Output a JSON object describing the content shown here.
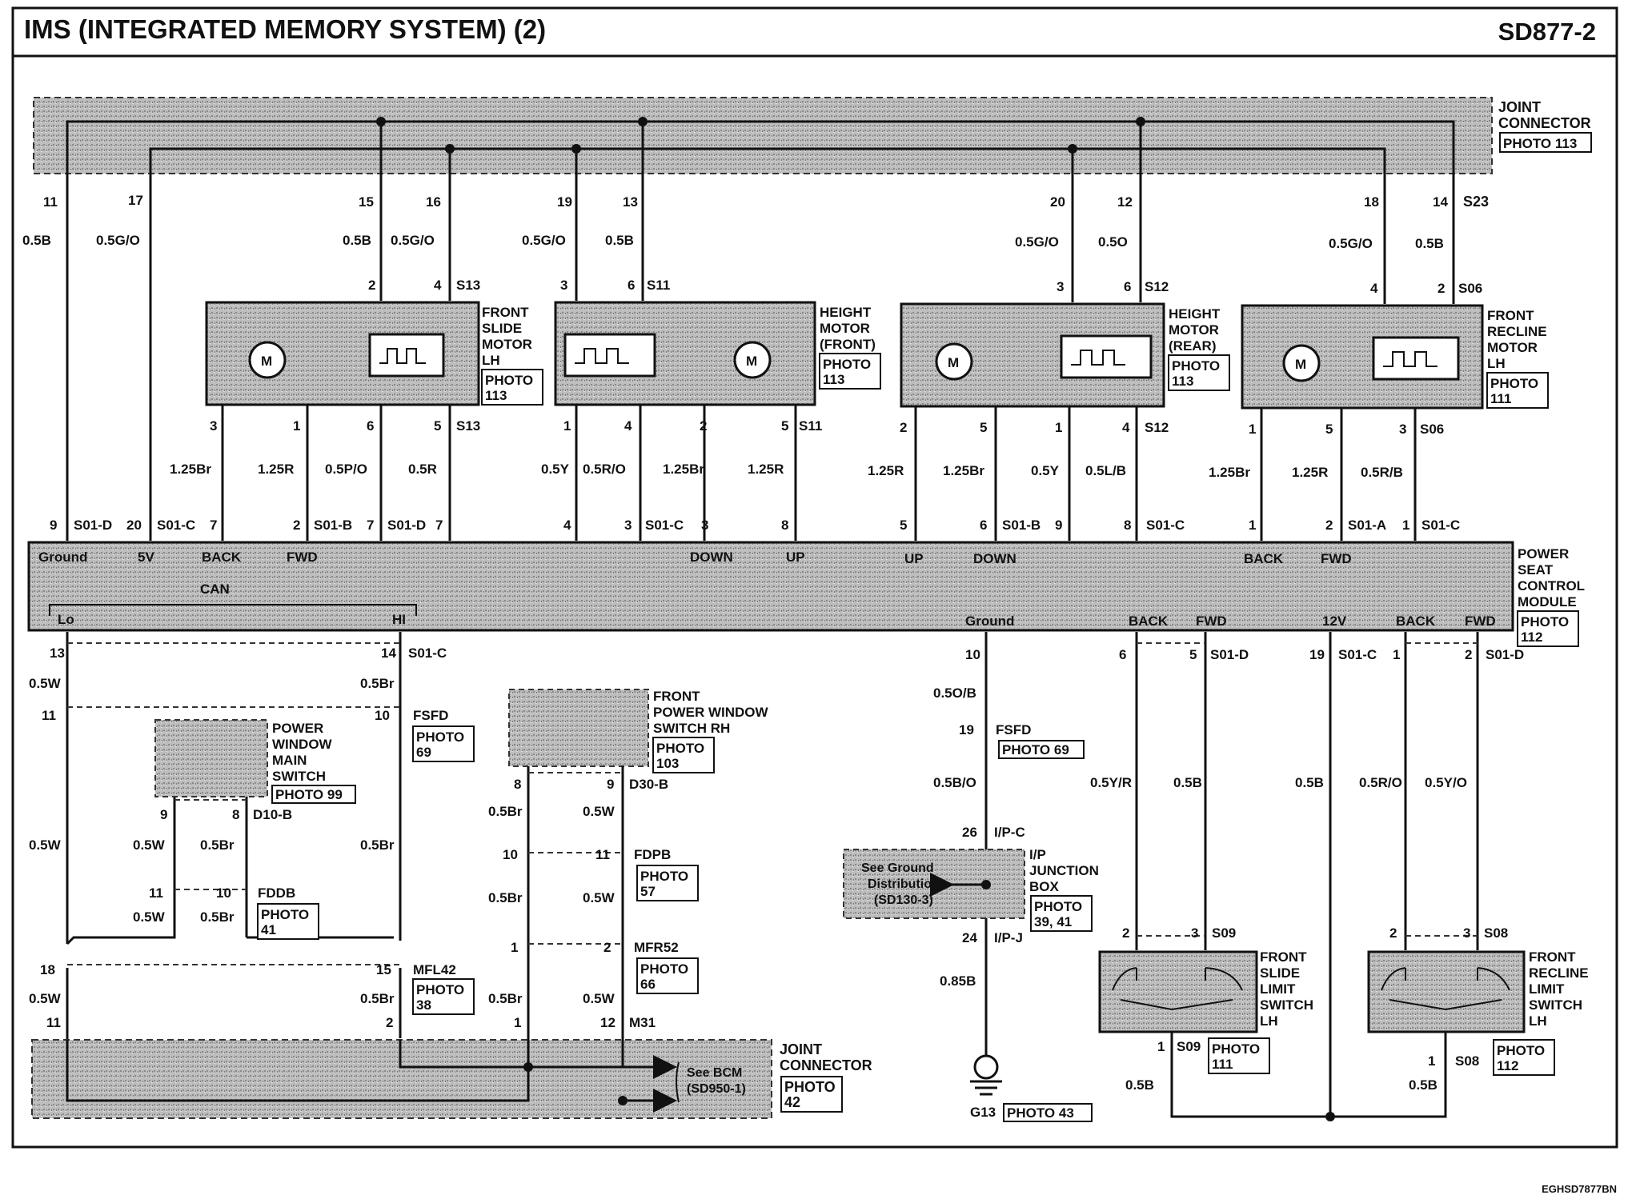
{
  "header": {
    "title": "IMS (INTEGRATED MEMORY SYSTEM) (2)",
    "code": "SD877-2"
  },
  "doc_code": "EGHSD7877BN",
  "joint_connector_top": {
    "label": [
      "JOINT",
      "CONNECTOR"
    ],
    "photo": "PHOTO 113",
    "connector": "S23"
  },
  "top_pins": [
    {
      "pin": "11",
      "wire": "0.5B"
    },
    {
      "pin": "17",
      "wire": "0.5G/O"
    },
    {
      "pin": "15",
      "wire": "0.5B"
    },
    {
      "pin": "16",
      "wire": "0.5G/O"
    },
    {
      "pin": "19",
      "wire": "0.5G/O"
    },
    {
      "pin": "13",
      "wire": "0.5B"
    },
    {
      "pin": "20",
      "wire": "0.5G/O"
    },
    {
      "pin": "12",
      "wire": "0.5O"
    },
    {
      "pin": "18",
      "wire": "0.5G/O"
    },
    {
      "pin": "14",
      "wire": "0.5B"
    }
  ],
  "motors": [
    {
      "name": [
        "FRONT",
        "SLIDE",
        "MOTOR",
        "LH"
      ],
      "photo": [
        "PHOTO",
        "113"
      ],
      "conn": "S13",
      "top_pins": [
        "2",
        "4"
      ],
      "bottom_pins": [
        "3",
        "1",
        "6",
        "5"
      ],
      "bottom_wires": [
        "1.25Br",
        "1.25R",
        "0.5P/O",
        "0.5R"
      ]
    },
    {
      "name": [
        "HEIGHT",
        "MOTOR",
        "(FRONT)"
      ],
      "photo": [
        "PHOTO",
        "113"
      ],
      "conn": "S11",
      "top_pins": [
        "3",
        "6"
      ],
      "bottom_pins": [
        "1",
        "4",
        "2",
        "5"
      ],
      "bottom_wires": [
        "0.5Y",
        "0.5R/O",
        "1.25Br",
        "1.25R"
      ]
    },
    {
      "name": [
        "HEIGHT",
        "MOTOR",
        "(REAR)"
      ],
      "photo": [
        "PHOTO",
        "113"
      ],
      "conn": "S12",
      "top_pins": [
        "3",
        "6"
      ],
      "bottom_pins": [
        "2",
        "5",
        "1",
        "4"
      ],
      "bottom_wires": [
        "1.25R",
        "1.25Br",
        "0.5Y",
        "0.5L/B"
      ]
    },
    {
      "name": [
        "FRONT",
        "RECLINE",
        "MOTOR",
        "LH"
      ],
      "photo": [
        "PHOTO",
        "111"
      ],
      "conn": "S06",
      "top_pins": [
        "4",
        "2"
      ],
      "bottom_pins": [
        "1",
        "5",
        "3"
      ],
      "bottom_wires": [
        "1.25Br",
        "1.25R",
        "0.5R/B"
      ]
    }
  ],
  "module": {
    "name": [
      "POWER",
      "SEAT",
      "CONTROL",
      "MODULE"
    ],
    "photo": [
      "PHOTO",
      "112"
    ],
    "top_pins": [
      {
        "pin": "9",
        "conn": "S01-D"
      },
      {
        "pin": "20",
        "conn": "S01-C"
      },
      {
        "pin": "7",
        "conn": ""
      },
      {
        "pin": "2",
        "conn": "S01-B"
      },
      {
        "pin": "7",
        "conn": "S01-D"
      },
      {
        "pin": "7",
        "conn": ""
      },
      {
        "pin": "4",
        "conn": ""
      },
      {
        "pin": "3",
        "conn": "S01-C"
      },
      {
        "pin": "3",
        "conn": ""
      },
      {
        "pin": "8",
        "conn": ""
      },
      {
        "pin": "5",
        "conn": ""
      },
      {
        "pin": "6",
        "conn": "S01-B"
      },
      {
        "pin": "9",
        "conn": ""
      },
      {
        "pin": "8",
        "conn": "S01-C"
      },
      {
        "pin": "1",
        "conn": ""
      },
      {
        "pin": "2",
        "conn": "S01-A"
      },
      {
        "pin": "1",
        "conn": "S01-C"
      }
    ],
    "top_labels": [
      "Ground",
      "5V",
      "BACK",
      "FWD",
      "DOWN",
      "UP",
      "UP",
      "DOWN",
      "BACK",
      "FWD"
    ],
    "can": "CAN",
    "lo": "Lo",
    "hi": "HI",
    "bottom_labels": [
      "Ground",
      "BACK",
      "FWD",
      "12V",
      "BACK",
      "FWD"
    ]
  },
  "lower_left": {
    "pins": {
      "p13": "13",
      "p14": "14",
      "s01c": "S01-C",
      "p11": "11",
      "p10": "10",
      "fsfd": "FSFD",
      "p9": "9",
      "p8": "8",
      "d10b": "D10-B",
      "p11b": "11",
      "p10b": "10",
      "fddb": "FDDB",
      "p18": "18",
      "p15": "15",
      "mfl42": "MFL42",
      "p11c": "11",
      "p2": "2"
    },
    "wires": {
      "w1": "0.5W",
      "w2": "0.5Br",
      "w3": "0.5W",
      "w4": "0.5W",
      "w5": "0.5Br",
      "w6": "0.5Br",
      "w7": "0.5W",
      "w8": "0.5Br",
      "w9": "0.5W",
      "w10": "0.5Br"
    },
    "photos": {
      "fsfd": [
        "PHOTO",
        "69"
      ],
      "fddb": [
        "PHOTO",
        "41"
      ],
      "mfl42": [
        "PHOTO",
        "38"
      ]
    },
    "pwms": {
      "name": [
        "POWER",
        "WINDOW",
        "MAIN",
        "SWITCH"
      ],
      "photo": "PHOTO 99"
    }
  },
  "center_bottom": {
    "fpws": {
      "name": [
        "FRONT",
        "POWER WINDOW",
        "SWITCH RH"
      ],
      "photo": [
        "PHOTO",
        "103"
      ]
    },
    "pins": {
      "p8": "8",
      "p9": "9",
      "d30b": "D30-B",
      "p10": "10",
      "p11": "11",
      "fdpb": "FDPB",
      "p1": "1",
      "p2": "2",
      "mfr52": "MFR52",
      "p1b": "1",
      "p12": "12",
      "m31": "M31"
    },
    "wires": {
      "w1": "0.5Br",
      "w2": "0.5W",
      "w3": "0.5Br",
      "w4": "0.5W",
      "w5": "0.5Br",
      "w6": "0.5W"
    },
    "photos": {
      "fdpb": [
        "PHOTO",
        "57"
      ],
      "mfr52": [
        "PHOTO",
        "66"
      ]
    }
  },
  "joint_connector_bottom": {
    "label": [
      "JOINT",
      "CONNECTOR"
    ],
    "photo": [
      "PHOTO",
      "42"
    ],
    "bcm": [
      "See BCM",
      "(SD950-1)"
    ]
  },
  "ground": {
    "pins": {
      "p10": "10",
      "p19": "19",
      "fsfd": "FSFD",
      "p26": "26",
      "ipc": "I/P-C",
      "p24": "24",
      "ipj": "I/P-J"
    },
    "wires": {
      "w1": "0.5O/B",
      "w2": "0.5B/O",
      "w3": "0.85B"
    },
    "photo69": "PHOTO 69",
    "ipjb": {
      "name": [
        "I/P",
        "JUNCTION",
        "BOX"
      ],
      "photo": [
        "PHOTO",
        "39, 41"
      ]
    },
    "see": [
      "See Ground",
      "Distribution",
      "(SD130-3)"
    ],
    "g13": "G13",
    "photo43": "PHOTO 43"
  },
  "right_bottom": {
    "pins": {
      "p6": "6",
      "p5": "5",
      "s01d": "S01-D",
      "p19": "19",
      "s01c": "S01-C",
      "p1": "1",
      "p2": "2",
      "s01d2": "S01-D"
    },
    "wires": {
      "w1": "0.5Y/R",
      "w2": "0.5B",
      "w3": "0.5B",
      "w4": "0.5R/O",
      "w5": "0.5Y/O",
      "w6": "0.5B",
      "w7": "0.5B"
    },
    "fsls": {
      "name": [
        "FRONT",
        "SLIDE",
        "LIMIT",
        "SWITCH",
        "LH"
      ],
      "conn": "S09",
      "top": [
        "2",
        "3"
      ],
      "bottom": "1",
      "photo": [
        "PHOTO",
        "111"
      ]
    },
    "frls": {
      "name": [
        "FRONT",
        "RECLINE",
        "LIMIT",
        "SWITCH",
        "LH"
      ],
      "conn": "S08",
      "top": [
        "2",
        "3"
      ],
      "bottom": "1",
      "photo": [
        "PHOTO",
        "112"
      ]
    }
  }
}
